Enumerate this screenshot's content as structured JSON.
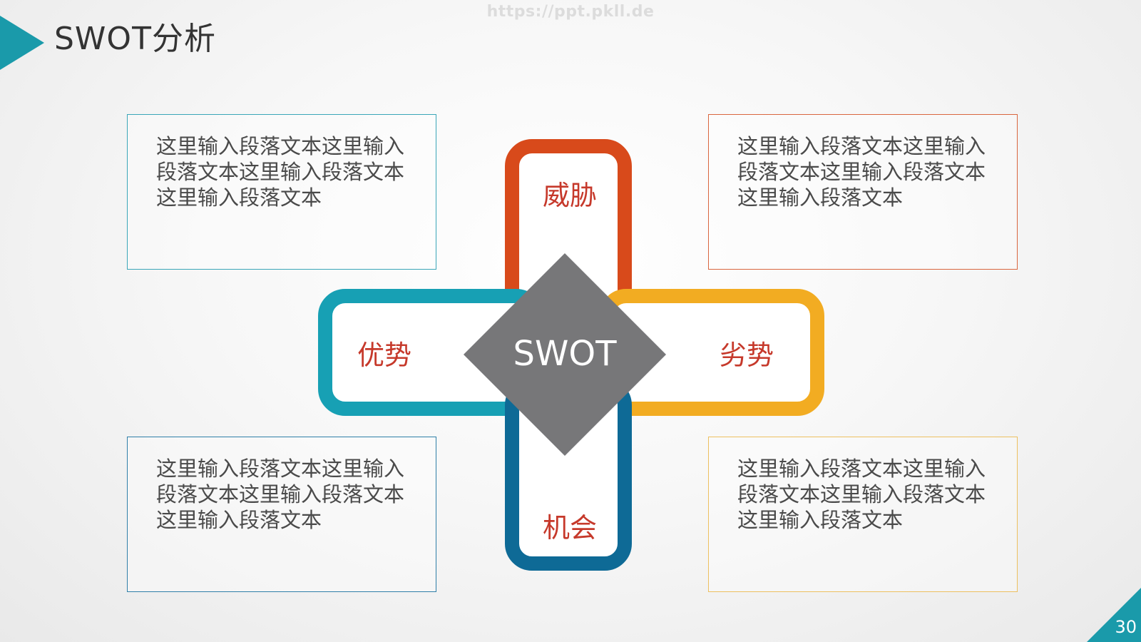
{
  "header": {
    "title": "SWOT分析",
    "watermark": "https://ppt.pkll.de"
  },
  "diagram": {
    "center_label": "SWOT",
    "arms": {
      "top": {
        "label": "威胁",
        "color": "#d84a1b"
      },
      "left": {
        "label": "优势",
        "color": "#17a0b4"
      },
      "right": {
        "label": "劣势",
        "color": "#f2ac22"
      },
      "bottom": {
        "label": "机会",
        "color": "#0e6a96"
      }
    },
    "center_color": "#777779",
    "label_color": "#c6392b"
  },
  "text_boxes": {
    "top_left": {
      "text": "这里输入段落文本这里输入段落文本这里输入段落文本这里输入段落文本"
    },
    "top_right": {
      "text": "这里输入段落文本这里输入段落文本这里输入段落文本这里输入段落文本"
    },
    "bottom_left": {
      "text": "这里输入段落文本这里输入段落文本这里输入段落文本这里输入段落文本"
    },
    "bottom_right": {
      "text": "这里输入段落文本这里输入段落文本这里输入段落文本这里输入段落文本"
    }
  },
  "footer": {
    "page_number": "30"
  }
}
